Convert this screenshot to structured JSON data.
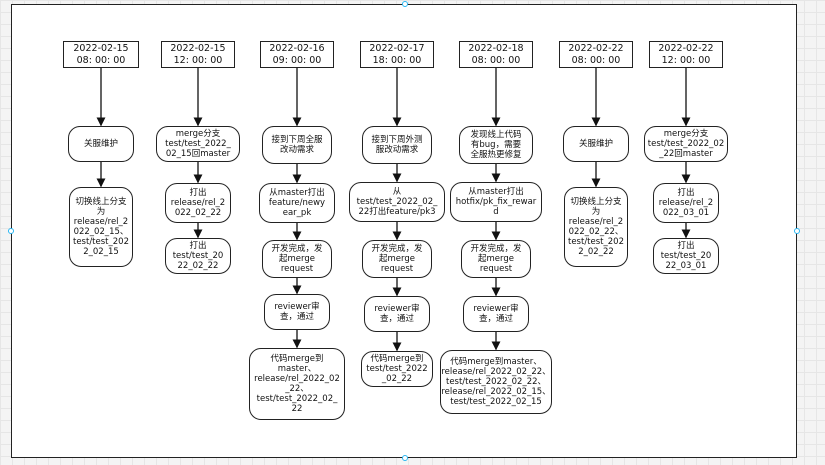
{
  "columns": [
    {
      "time": "2022-02-15\n08:  00:  00",
      "steps": [
        "关服维护",
        "切换线上分支\n为\nrelease/rel_2\n022_02_15、\ntest/test_202\n2_02_15"
      ]
    },
    {
      "time": "2022-02-15\n12:  00:  00",
      "steps": [
        "merge分支\ntest/test_2022_\n02_15回master",
        "打出\nrelease/rel_2\n022_02_22",
        "打出\ntest/test_20\n22_02_22"
      ]
    },
    {
      "time": "2022-02-16\n09:  00:  00",
      "steps": [
        "接到下周全服\n改动需求",
        "从master打出\nfeature/newy\near_pk",
        "开发完成，发\n起merge\nrequest",
        "reviewer审\n查，通过",
        "代码merge到\nmaster、\nrelease/rel_2022_02\n_22、\ntest/test_2022_02_\n22"
      ]
    },
    {
      "time": "2022-02-17\n18:  00:  00",
      "steps": [
        "接到下周外测\n服改动需求",
        "从\ntest/test_2022_02_\n22打出feature/pk3",
        "开发完成，发\n起merge\nrequest",
        "reviewer审\n查，通过",
        "代码merge到\ntest/test_2022\n_02_22"
      ]
    },
    {
      "time": "2022-02-18\n08:  00:  00",
      "steps": [
        "发现线上代码\n有bug，需要\n全服热更修复",
        "从master打出\nhotfix/pk_fix_rewar\nd",
        "开发完成，发\n起merge\nrequest",
        "reviewer审\n查，通过",
        "代码merge到master、\nrelease/rel_2022_02_22、\ntest/test_2022_02_22、\nrelease/rel_2022_02_15、\ntest/test_2022_02_15"
      ]
    },
    {
      "time": "2022-02-22\n08:  00:  00",
      "steps": [
        "关服维护",
        "切换线上分支\n为\nrelease/rel_2\n022_02_22、\ntest/test_202\n2_02_22"
      ]
    },
    {
      "time": "2022-02-22\n12:  00:  00",
      "steps": [
        "merge分支\ntest/test_2022_02\n_22回master",
        "打出\nrelease/rel_2\n022_03_01",
        "打出\ntest/test_20\n22_03_01"
      ]
    }
  ]
}
